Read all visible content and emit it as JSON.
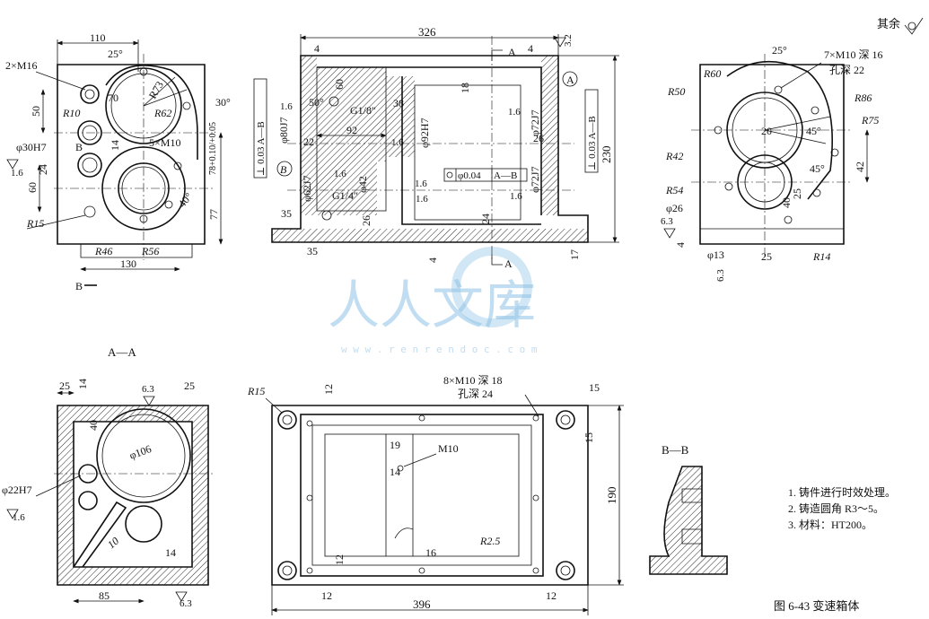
{
  "roughness_other": "其余",
  "section_aa_title": "A—A",
  "section_bb_title": "B—B",
  "caption": "图 6-43   变速箱体",
  "notes": [
    "1. 铸件进行时效处理。",
    "2. 铸造圆角 R3～5。",
    "3. 材料：HT200。"
  ],
  "watermark": {
    "text": "人人文库",
    "url": "w w w . r e n r e n d o c . c o m"
  },
  "left_view": {
    "dims": [
      "110",
      "25°",
      "2×M16",
      "70",
      "R73",
      "30°",
      "50",
      "R10",
      "R62",
      "5×M10",
      "14",
      "φ30H7",
      "B",
      "24",
      "60",
      "78+0.10/+0.05",
      "77",
      "40°",
      "R15",
      "R46",
      "R56",
      "130",
      "B"
    ],
    "roughness": "1.6"
  },
  "front_view": {
    "dims": [
      "326",
      "4",
      "4",
      "A",
      "3.2",
      "60",
      "50°",
      "G1/8″",
      "38",
      "18",
      "1.6",
      "φ80J7",
      "φ92H7",
      "A",
      "92",
      "22",
      "26",
      "φ72J7",
      "φ72J7",
      "φ62J7",
      "φ42",
      "1.6",
      "1.6",
      "1.6",
      "G1/4″",
      "26",
      "35",
      "35",
      "24",
      "4",
      "17",
      "230",
      "A",
      "φ0.04",
      "A—B",
      "1.6",
      "1.6",
      "1.6"
    ],
    "tolerance_left": "⊥ 0.03 A—B",
    "tolerance_right": "⊥ 0.03 A—B",
    "datum_b": "B"
  },
  "right_view": {
    "dims": [
      "25°",
      "7×M10 深 16",
      "孔深 22",
      "R60",
      "R50",
      "R86",
      "R75",
      "20",
      "45°",
      "45°",
      "42",
      "R42",
      "R54",
      "φ26",
      "25",
      "40",
      "6.3",
      "4",
      "φ13",
      "25",
      "R14",
      "6.3"
    ]
  },
  "aa_view": {
    "dims": [
      "25",
      "14",
      "6.3",
      "25",
      "40",
      "φ106",
      "φ22H7",
      "1.6",
      "10",
      "14",
      "85",
      "6.3"
    ]
  },
  "top_view": {
    "dims": [
      "R15",
      "12",
      "8×M10 深 18",
      "孔深 24",
      "15",
      "15",
      "19",
      "M10",
      "14",
      "190",
      "12",
      "16",
      "R2.5",
      "12",
      "12",
      "396"
    ]
  }
}
